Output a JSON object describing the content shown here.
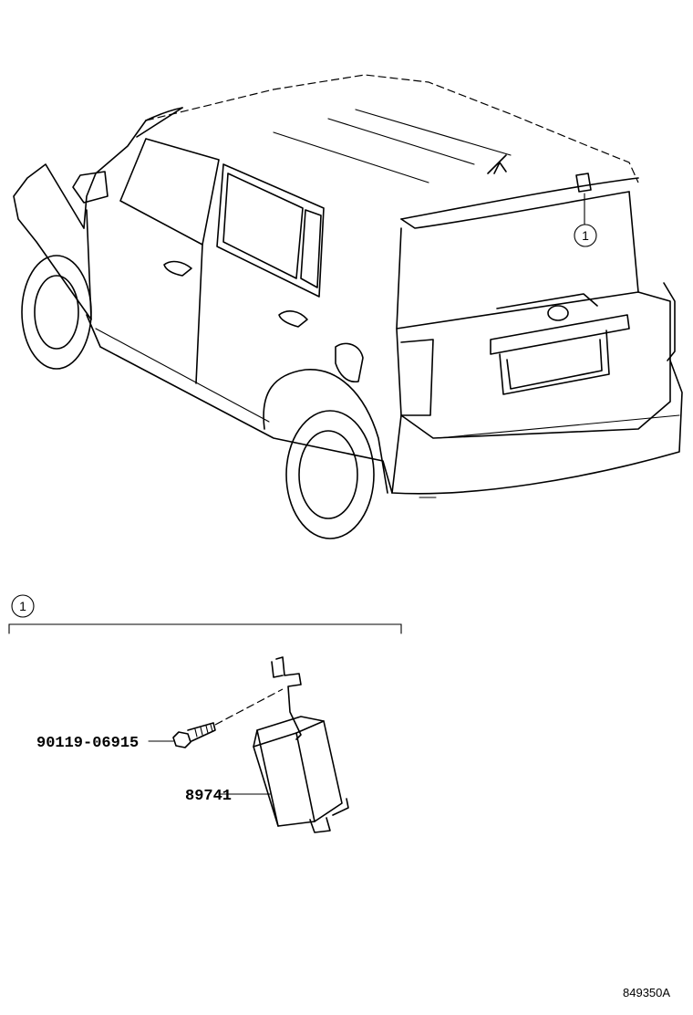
{
  "callouts": {
    "vehicle_ref": "1",
    "detail_ref": "1"
  },
  "parts": [
    {
      "number": "90119-06915",
      "icon": "bolt-icon"
    },
    {
      "number": "89741",
      "icon": "control-unit-icon"
    }
  ],
  "figure_code": "849350A"
}
